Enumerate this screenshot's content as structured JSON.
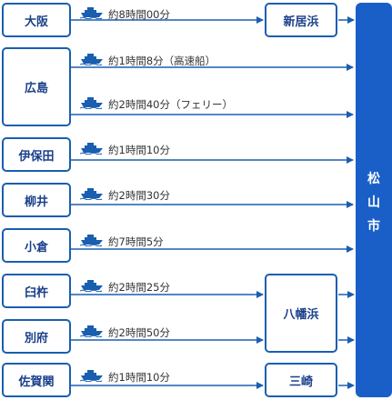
{
  "origins": {
    "osaka": "大阪",
    "hiroshima": "広島",
    "iyoshida": "伊保田",
    "yanai": "柳井",
    "ogura": "小倉",
    "usuki": "臼杵",
    "beppu": "別府",
    "saganoseki": "佐賀関"
  },
  "hubs": {
    "niihama": "新居浜",
    "yawatahama": "八幡浜",
    "misaki": "三崎"
  },
  "destination": {
    "chars": [
      "松",
      "山",
      "市"
    ]
  },
  "routes": {
    "osaka": "約8時間00分",
    "hiroshima_fast": "約1時間8分（高速船）",
    "hiroshima_ferry": "約2時間40分（フェリー）",
    "iyoshida": "約1時間10分",
    "yanai": "約2時間30分",
    "ogura": "約7時間5分",
    "usuki": "約2時間25分",
    "beppu": "約2時間50分",
    "saganoseki": "約1時間10分"
  },
  "icons": {
    "route_icon": "ship-icon"
  },
  "colors": {
    "line": "#1a5eb0",
    "destination_fill": "#1a5fc8",
    "text": "#1a3f8a"
  }
}
